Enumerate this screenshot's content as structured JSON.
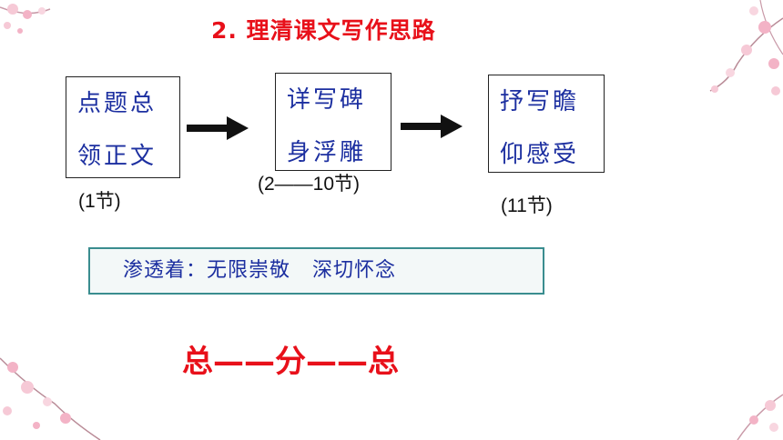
{
  "title": "2. 理清课文写作思路",
  "flow": [
    {
      "lines": [
        "点题总",
        "领正文"
      ],
      "note": "(1节)"
    },
    {
      "lines": [
        "详写碑",
        "身浮雕"
      ],
      "note": "(2——10节)"
    },
    {
      "lines": [
        "抒写瞻",
        "仰感受"
      ],
      "note": "(11节)"
    }
  ],
  "theme": "渗透着：无限崇敬   深切怀念",
  "structure": "总——分——总",
  "colors": {
    "title": "#e8101a",
    "box_text": "#1c2fa0",
    "theme_border": "#3a8d8f"
  },
  "decorations": [
    "cherry-blossom-branch-top-left",
    "cherry-blossom-branch-top-right",
    "cherry-blossom-branch-bottom-left",
    "cherry-blossom-branch-bottom-right"
  ]
}
